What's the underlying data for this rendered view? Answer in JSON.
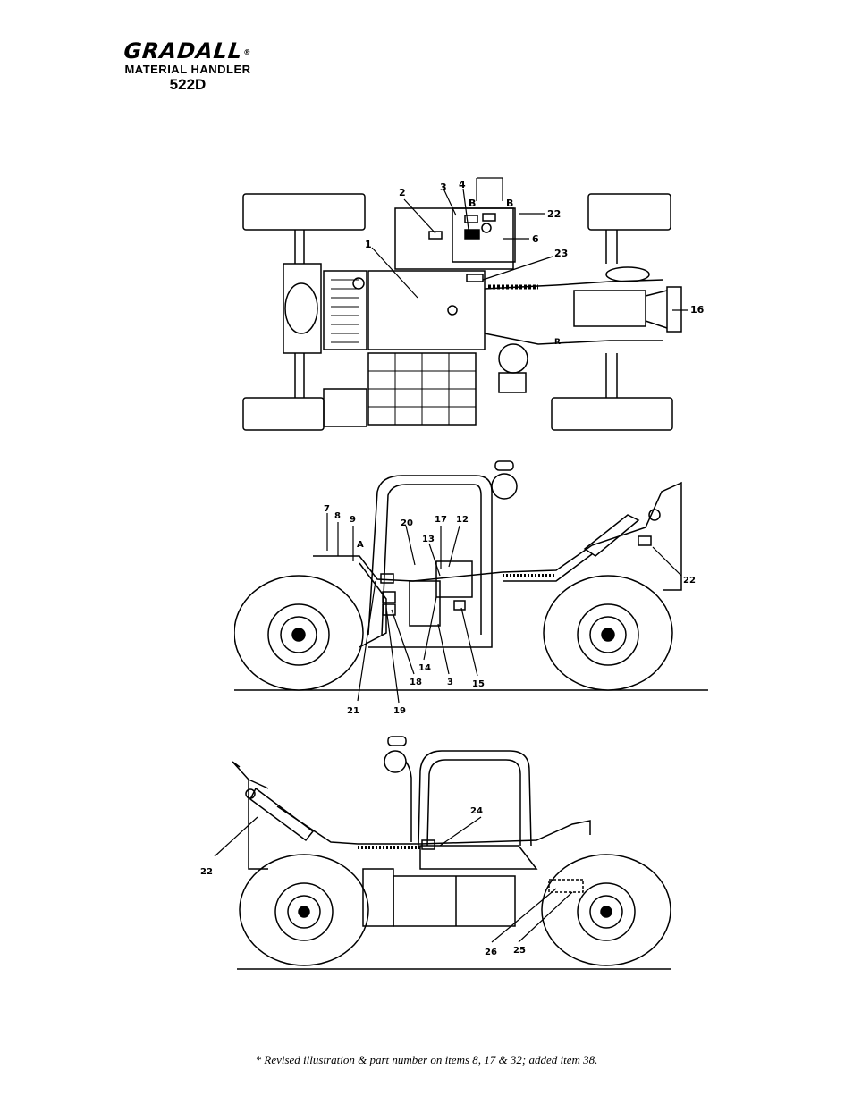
{
  "header": {
    "brand": "GRADALL",
    "registered_mark": "®",
    "subtitle": "MATERIAL HANDLER",
    "model": "522D"
  },
  "top_view": {
    "callouts": [
      "1",
      "2",
      "3",
      "4",
      "6",
      "16",
      "22",
      "23"
    ],
    "markers": [
      "B",
      "B",
      "R"
    ]
  },
  "left_side_view": {
    "callouts": [
      "7",
      "8",
      "9",
      "20",
      "17",
      "12",
      "13",
      "14",
      "18",
      "3",
      "15",
      "21",
      "19",
      "22"
    ],
    "markers": [
      "A"
    ]
  },
  "right_side_view": {
    "callouts": [
      "24",
      "22",
      "26",
      "25"
    ]
  },
  "footnote": "* Revised illustration & part number on items 8, 17 & 32; added item 38."
}
